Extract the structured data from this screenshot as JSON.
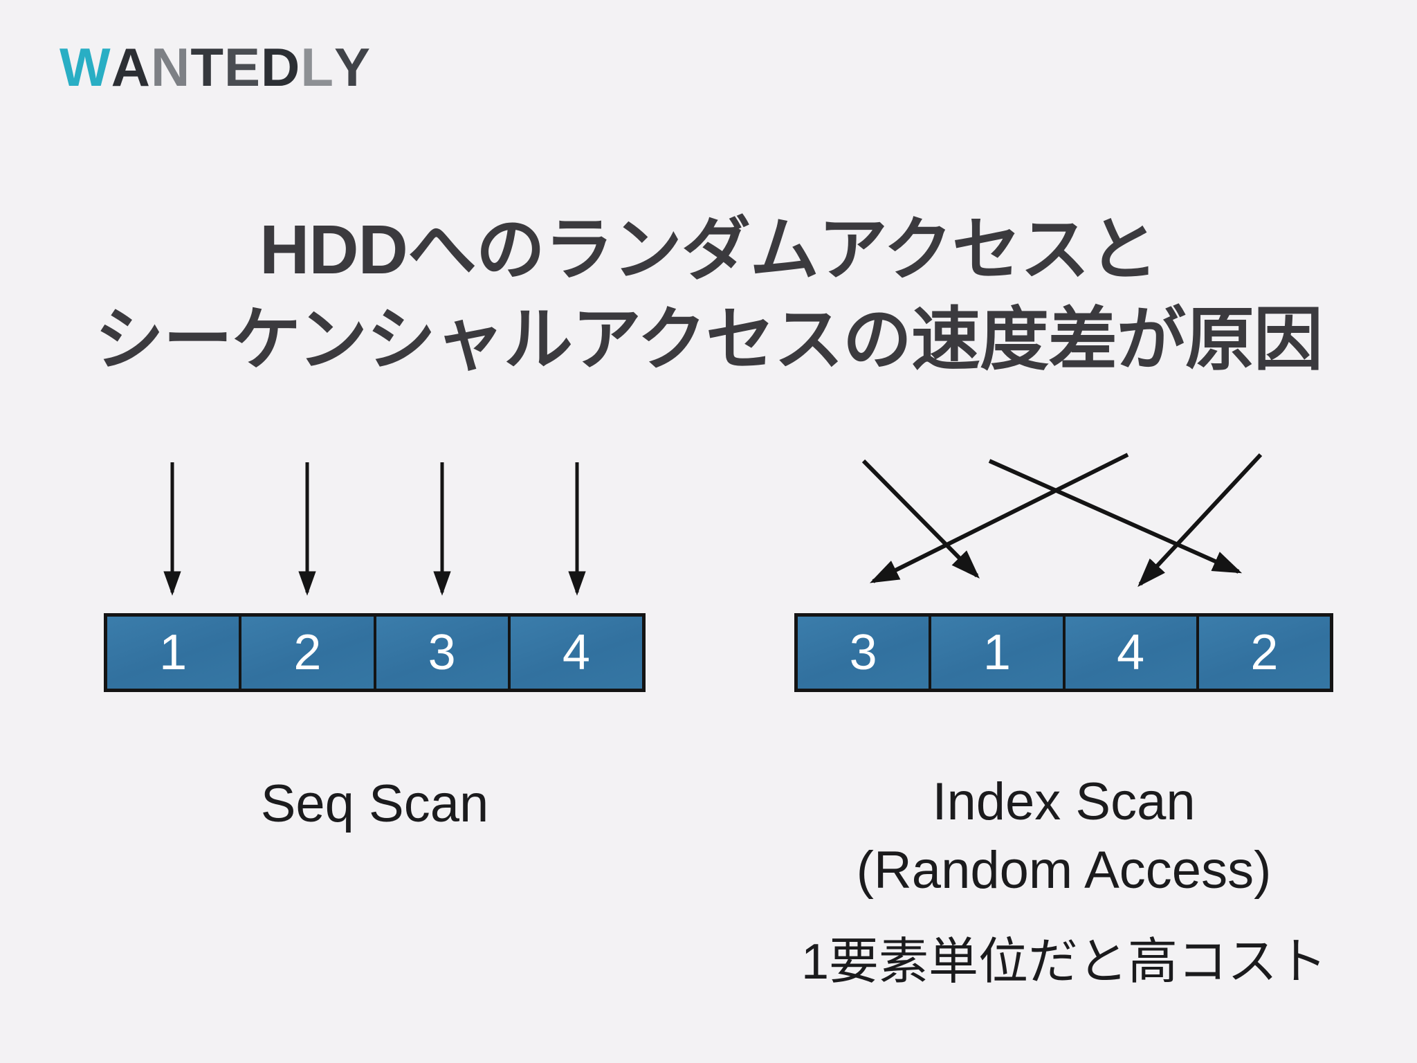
{
  "slide": {
    "logo": {
      "brand": "Wantedly",
      "letters": [
        "W",
        "A",
        "N",
        "T",
        "E",
        "D",
        "L",
        "Y"
      ],
      "brand_teal": "#29AEC4"
    },
    "title": {
      "line1": "HDDへのランダムアクセスと",
      "line2": "シーケンシャルアクセスの速度差が原因"
    },
    "seq_scan": {
      "label": "Seq Scan",
      "cells": [
        "1",
        "2",
        "3",
        "4"
      ]
    },
    "index_scan": {
      "label": "Index Scan",
      "sublabel": "(Random Access)",
      "note": "1要素単位だと高コスト",
      "cells": [
        "3",
        "1",
        "4",
        "2"
      ]
    },
    "colors": {
      "background": "#F3F2F4",
      "title_text": "#3B3A3E",
      "box_fill": "#3377A6",
      "box_border": "#141414",
      "box_number": "#FFFFFF",
      "arrow": "#141414",
      "label_text": "#1B1B1D"
    }
  }
}
